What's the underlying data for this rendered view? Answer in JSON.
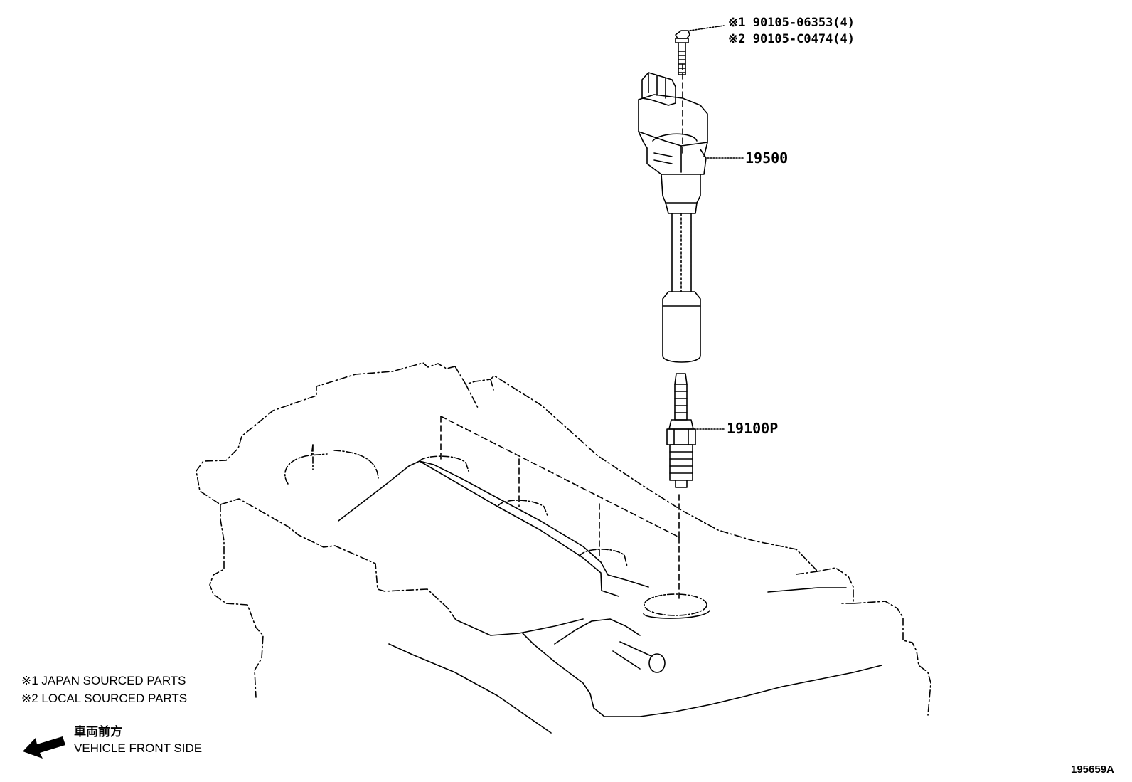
{
  "bolt": {
    "line1": "※1 90105-06353(4)",
    "line2": "※2 90105-C0474(4)"
  },
  "callouts": {
    "ignition_coil": "19500",
    "spark_plug": "19100P"
  },
  "notes": {
    "note1": "※1 JAPAN SOURCED PARTS",
    "note2": "※2 LOCAL SOURCED PARTS"
  },
  "direction": {
    "japanese": "車両前方",
    "english": "VEHICLE FRONT SIDE"
  },
  "illustration_id": "195659A"
}
